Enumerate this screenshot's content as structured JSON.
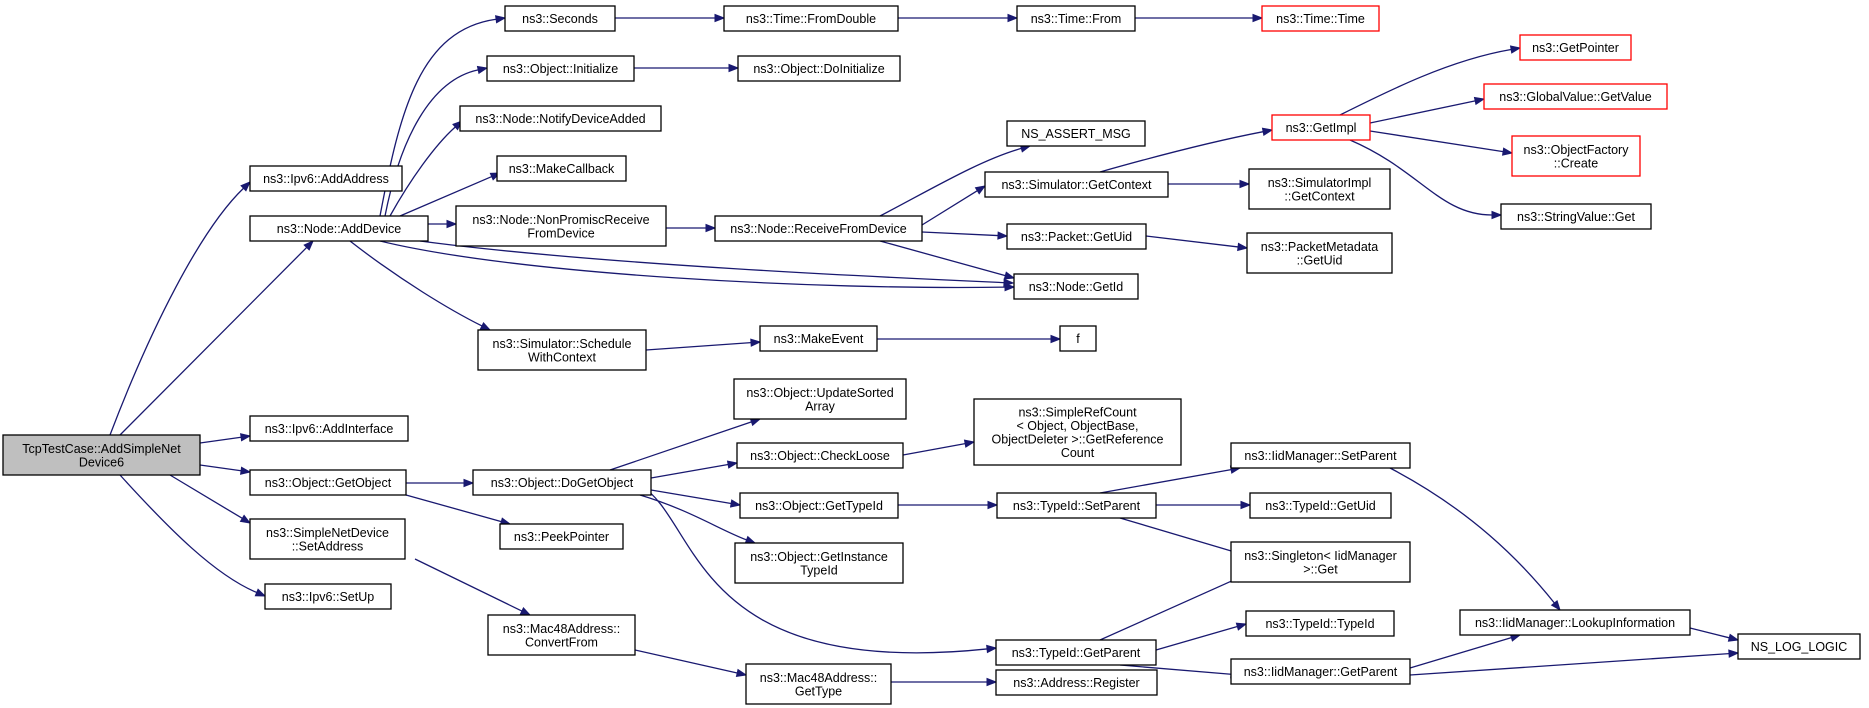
{
  "colors": {
    "edge": "#191970",
    "node_border": "#000000",
    "truncated_border": "#ff0000",
    "root_fill": "#bfbfbf",
    "node_fill": "#ffffff"
  },
  "nodes": {
    "root": {
      "lines": [
        "TcpTestCase::AddSimpleNet",
        "Device6"
      ]
    },
    "addAddress": {
      "lines": [
        "ns3::Ipv6::AddAddress"
      ]
    },
    "addDevice": {
      "lines": [
        "ns3::Node::AddDevice"
      ]
    },
    "addIface": {
      "lines": [
        "ns3::Ipv6::AddInterface"
      ]
    },
    "getObject": {
      "lines": [
        "ns3::Object::GetObject"
      ]
    },
    "setAddress": {
      "lines": [
        "ns3::SimpleNetDevice",
        "::SetAddress"
      ]
    },
    "setUp": {
      "lines": [
        "ns3::Ipv6::SetUp"
      ]
    },
    "seconds": {
      "lines": [
        "ns3::Seconds"
      ]
    },
    "initialize": {
      "lines": [
        "ns3::Object::Initialize"
      ]
    },
    "notify": {
      "lines": [
        "ns3::Node::NotifyDeviceAdded"
      ]
    },
    "makeCb": {
      "lines": [
        "ns3::MakeCallback"
      ]
    },
    "nonPromisc": {
      "lines": [
        "ns3::Node::NonPromiscReceive",
        "FromDevice"
      ]
    },
    "schedule": {
      "lines": [
        "ns3::Simulator::Schedule",
        "WithContext"
      ]
    },
    "doGetObject": {
      "lines": [
        "ns3::Object::DoGetObject"
      ]
    },
    "peek": {
      "lines": [
        "ns3::PeekPointer"
      ]
    },
    "convertFrom": {
      "lines": [
        "ns3::Mac48Address::",
        "ConvertFrom"
      ]
    },
    "fromDouble": {
      "lines": [
        "ns3::Time::FromDouble"
      ]
    },
    "doInit": {
      "lines": [
        "ns3::Object::DoInitialize"
      ]
    },
    "recvFrom": {
      "lines": [
        "ns3::Node::ReceiveFromDevice"
      ]
    },
    "makeEvent": {
      "lines": [
        "ns3::MakeEvent"
      ]
    },
    "updSorted": {
      "lines": [
        "ns3::Object::UpdateSorted",
        "Array"
      ]
    },
    "checkLoose": {
      "lines": [
        "ns3::Object::CheckLoose"
      ]
    },
    "getTypeId": {
      "lines": [
        "ns3::Object::GetTypeId"
      ]
    },
    "getInstTid": {
      "lines": [
        "ns3::Object::GetInstance",
        "TypeId"
      ]
    },
    "macGetType": {
      "lines": [
        "ns3::Mac48Address::",
        "GetType"
      ]
    },
    "timeFrom": {
      "lines": [
        "ns3::Time::From"
      ]
    },
    "nsAssert": {
      "lines": [
        "NS_ASSERT_MSG"
      ]
    },
    "simGetCtx": {
      "lines": [
        "ns3::Simulator::GetContext"
      ]
    },
    "pktGetUid": {
      "lines": [
        "ns3::Packet::GetUid"
      ]
    },
    "nodeGetId": {
      "lines": [
        "ns3::Node::GetId"
      ]
    },
    "f": {
      "lines": [
        "f"
      ]
    },
    "refCount": {
      "lines": [
        "ns3::SimpleRefCount",
        "< Object, ObjectBase,",
        "ObjectDeleter >::GetReference",
        "Count"
      ]
    },
    "tidSetParent": {
      "lines": [
        "ns3::TypeId::SetParent"
      ]
    },
    "tidGetParent": {
      "lines": [
        "ns3::TypeId::GetParent"
      ]
    },
    "addrRegister": {
      "lines": [
        "ns3::Address::Register"
      ]
    },
    "timeTime": {
      "lines": [
        "ns3::Time::Time"
      ]
    },
    "getImpl": {
      "lines": [
        "ns3::GetImpl"
      ]
    },
    "simImplCtx": {
      "lines": [
        "ns3::SimulatorImpl",
        "::GetContext"
      ]
    },
    "pktMeta": {
      "lines": [
        "ns3::PacketMetadata",
        "::GetUid"
      ]
    },
    "iidSetParent": {
      "lines": [
        "ns3::IidManager::SetParent"
      ]
    },
    "tidGetUid": {
      "lines": [
        "ns3::TypeId::GetUid"
      ]
    },
    "singleton": {
      "lines": [
        "ns3::Singleton< IidManager",
        ">::Get"
      ]
    },
    "tidTypeId": {
      "lines": [
        "ns3::TypeId::TypeId"
      ]
    },
    "iidGetParent": {
      "lines": [
        "ns3::IidManager::GetParent"
      ]
    },
    "getPointer": {
      "lines": [
        "ns3::GetPointer"
      ]
    },
    "gvGetValue": {
      "lines": [
        "ns3::GlobalValue::GetValue"
      ]
    },
    "ofCreate": {
      "lines": [
        "ns3::ObjectFactory",
        "::Create"
      ]
    },
    "svGet": {
      "lines": [
        "ns3::StringValue::Get"
      ]
    },
    "lookupInfo": {
      "lines": [
        "ns3::IidManager::LookupInformation"
      ]
    },
    "nsLog": {
      "lines": [
        "NS_LOG_LOGIC"
      ]
    }
  }
}
